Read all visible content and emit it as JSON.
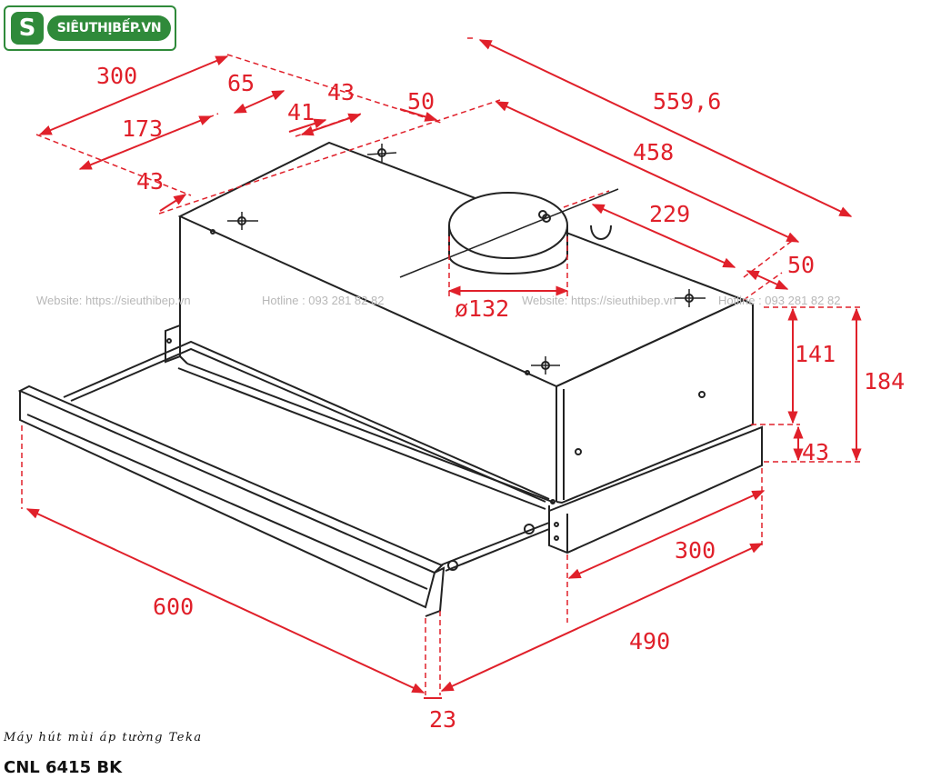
{
  "brand": {
    "logo_text": "SIÊUTHỊBẾP.VN"
  },
  "watermarks": [
    "Website: https://sieuthibep.vn",
    "Hotline : 093 281 82 82",
    "Website: https://sieuthibep.vn",
    "Hotline : 093 281 82 82"
  ],
  "dimensions": {
    "d300_top": "300",
    "d65": "65",
    "d43_top": "43",
    "d41": "41",
    "d50_top": "50",
    "d173": "173",
    "d43_left": "43",
    "d559_6": "559,6",
    "d458": "458",
    "d229": "229",
    "d50_right": "50",
    "d132": "ø132",
    "d141": "141",
    "d184": "184",
    "d43_bottom": "43",
    "d300_bottom": "300",
    "d600": "600",
    "d490": "490",
    "d23": "23"
  },
  "colors": {
    "dimension": "#e0202a",
    "outline": "#222222",
    "brand": "#2f8a3a"
  },
  "caption": "Máy hút mùi áp tường Teka",
  "model": "CNL 6415 BK"
}
